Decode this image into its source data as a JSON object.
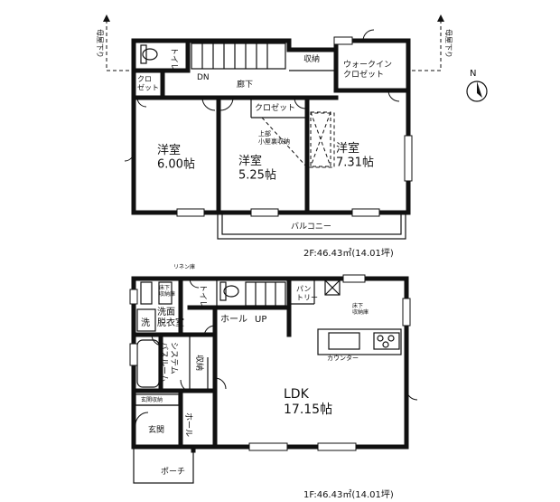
{
  "floor2": {
    "road_left": "母屋下り",
    "road_right": "母屋下り",
    "toilet": "トイレ",
    "closet_small": "クロ\nゼット",
    "dn": "DN",
    "storage": "収納",
    "walkin": "ウォークイン\nクロゼット",
    "hallway": "廊下",
    "room1": "洋室\n6.00帖",
    "closet_mid": "クロゼット",
    "attic": "上部\n小屋裏収納",
    "room2": "洋室\n5.25帖",
    "room3": "洋室\n7.31帖",
    "balcony": "バルコニー",
    "area": "2F:46.43㎡(14.01坪)"
  },
  "floor1": {
    "linen": "リネン庫",
    "underfloor_storage_left": "床下\n収納庫",
    "toilet": "トイレ",
    "washroom": "洗面\n脱衣室",
    "wash": "洗",
    "hall": "ホール",
    "up": "UP",
    "pantry": "パン\nトリー",
    "underfloor_storage_right": "床下\n収納庫",
    "system_bath": "システム\nバスルーム",
    "storage": "収納",
    "counter": "カウンター",
    "ldk": "LDK\n17.15帖",
    "entrance_storage": "玄関収納",
    "hall2": "ホール",
    "entrance": "玄関",
    "porch": "ポーチ",
    "area": "1F:46.43㎡(14.01坪)"
  },
  "compass": {
    "label": "N"
  }
}
